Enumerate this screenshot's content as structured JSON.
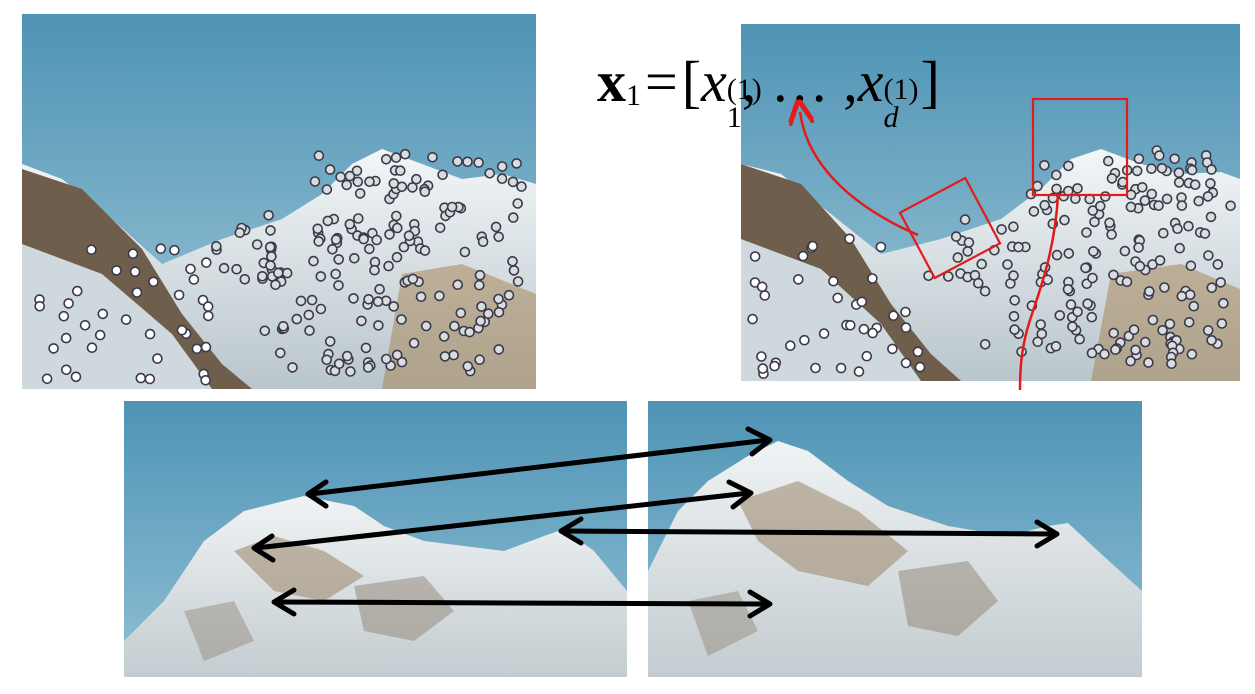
{
  "formula": {
    "vector": "x",
    "vector_sub": "1",
    "equals": "=",
    "open_bracket": "[",
    "first_var": "x",
    "first_sub": "1",
    "first_sup": "(1)",
    "ellipsis": ", … ,",
    "last_var": "x",
    "last_sub": "d",
    "last_sup": "(1)",
    "close_bracket": "]"
  },
  "colors": {
    "sky": "#6ea9c3",
    "snow": "#e9eef0",
    "rock": "#8a7560",
    "feature_box": "#e31b1b",
    "match_arrow": "#000000"
  },
  "feature_points": {
    "description_count_left": 300,
    "description_count_right": 300
  },
  "matches": [
    {
      "from": "left peak",
      "to": "right summit"
    },
    {
      "from": "left shoulder",
      "to": "right upper ridge"
    },
    {
      "from": "right knob",
      "to": "left notch"
    },
    {
      "from": "left lower face",
      "to": "right lower face"
    }
  ]
}
